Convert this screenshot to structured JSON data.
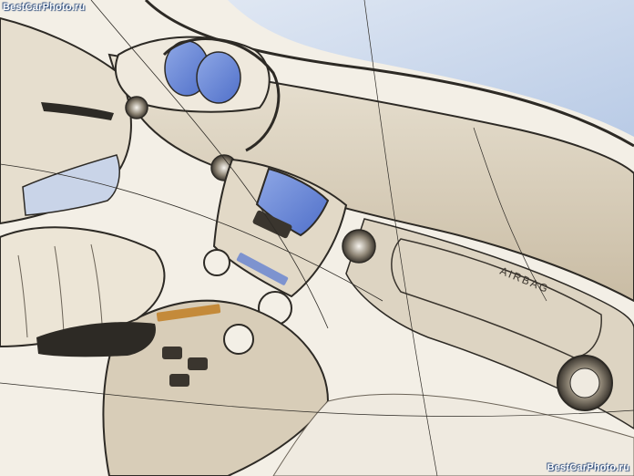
{
  "watermark": {
    "top_left": "BestCarPhoto.ru",
    "bottom_right": "BestCarPhoto.ru"
  },
  "sketch": {
    "dash_label": "AIRBAG"
  },
  "colors": {
    "paper": "#f3efe6",
    "sky": "#c9d7ec",
    "screen_blue": "#6f8fd8",
    "ink": "#2d2a25",
    "shadow_tan": "#b7a993"
  }
}
